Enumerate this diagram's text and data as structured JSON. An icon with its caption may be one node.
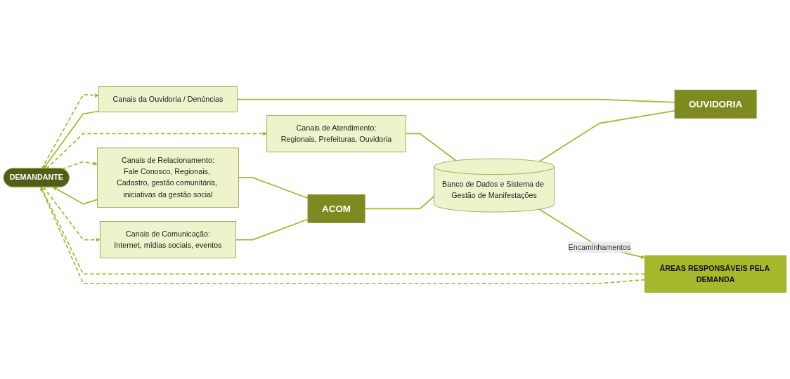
{
  "diagram": {
    "nodes": [
      {
        "text": [
          "DEMANDANTE"
        ]
      },
      {
        "text": [
          "Canais de Relacionamento:",
          "Fale Conosco, Regionais, Cadastro, gestão comunitária, iniciativas da gestão social"
        ]
      },
      {
        "text": [
          "Canais de Comunicação:",
          "Internet, mídias sociais, eventos"
        ]
      },
      {
        "text": [
          "Canais de Atendimento:",
          "Regionais, Prefeituras, Ouvidoria"
        ]
      },
      {
        "text": [
          "Canais da Ouvidoria / Denúncias"
        ]
      },
      {
        "text": [
          "ACOM"
        ]
      },
      {
        "text": [
          "Banco de Dados e Sistema de Gestão de Manifestações"
        ]
      },
      {
        "text": [
          "OUVIDORIA"
        ]
      },
      {
        "text": [
          "ÁREAS RESPONSÁVEIS PELA DEMANDA"
        ]
      }
    ],
    "edges": [
      {
        "from": 0,
        "to": 1,
        "arrow": "to",
        "style": "dashed"
      },
      {
        "from": 0,
        "to": 2,
        "arrow": "to",
        "style": "dashed"
      },
      {
        "from": 0,
        "to": 3,
        "arrow": "to",
        "style": "dashed"
      },
      {
        "from": 0,
        "to": 4,
        "arrow": "to",
        "style": "dashed"
      },
      {
        "from": 1,
        "to": 0,
        "arrow": "to"
      },
      {
        "from": 4,
        "to": 0,
        "arrow": "to"
      },
      {
        "from": 1,
        "to": 5,
        "arrow": "none"
      },
      {
        "from": 2,
        "to": 5,
        "arrow": "none"
      },
      {
        "from": 3,
        "to": 6,
        "arrow": "none"
      },
      {
        "from": 4,
        "to": 7,
        "arrow": "none"
      },
      {
        "from": 5,
        "to": 6,
        "arrow": "none"
      },
      {
        "from": 6,
        "to": 7,
        "arrow": "none"
      },
      {
        "from": 6,
        "to": 8,
        "arrow": "to",
        "label": "Encaminhamentos"
      },
      {
        "from": 8,
        "to": 0,
        "arrow": "to",
        "style": "dashed"
      },
      {
        "from": 8,
        "to": 0,
        "arrow": "to",
        "style": "dashed"
      }
    ]
  }
}
